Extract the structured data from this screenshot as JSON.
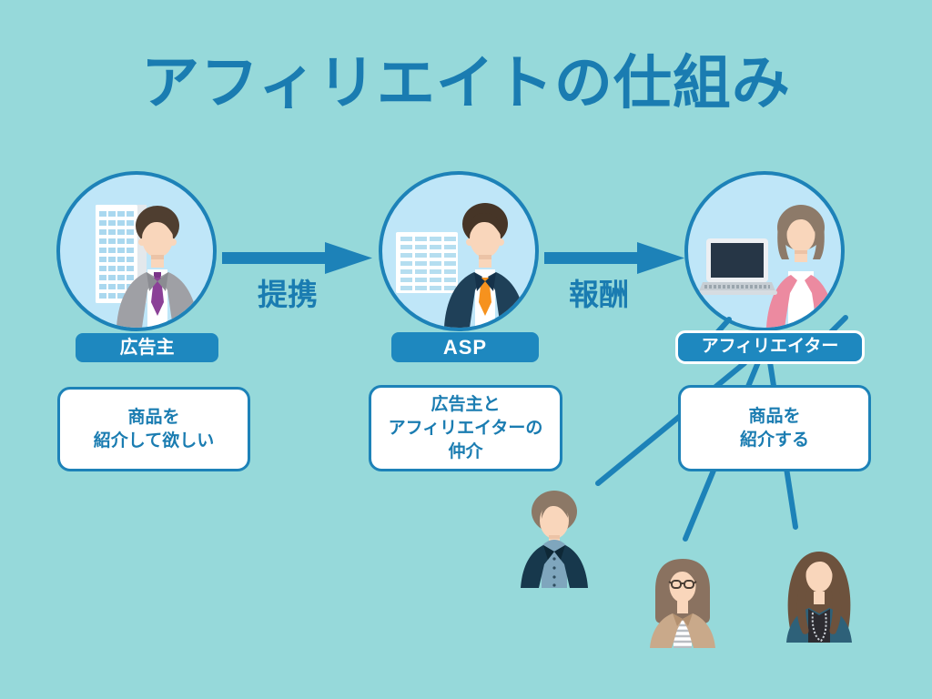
{
  "title": "アフィリエイトの仕組み",
  "colors": {
    "background": "#96d9da",
    "primary_text": "#1a7cb1",
    "shape_stroke": "#1d82b8",
    "circle_fill": "#bfe6f8",
    "pill_fill": "#1e88bf",
    "pill_text": "#ffffff",
    "box_fill": "#ffffff"
  },
  "nodes": [
    {
      "label": "広告主",
      "description_lines": [
        "商品を",
        "紹介して欲しい"
      ],
      "illustration": "businessman-with-office-building"
    },
    {
      "label": "ASP",
      "description_lines": [
        "広告主と",
        "アフィリエイターの",
        "仲介"
      ],
      "illustration": "businessman-with-spreadsheet"
    },
    {
      "label": "アフィリエイター",
      "description_lines": [
        "商品を",
        "紹介する"
      ],
      "illustration": "woman-blogger-with-laptop"
    }
  ],
  "arrows": [
    {
      "from": "広告主",
      "to": "ASP",
      "label": "提携"
    },
    {
      "from": "ASP",
      "to": "アフィリエイター",
      "label": "報酬"
    }
  ],
  "audience": [
    {
      "illustration": "young-man"
    },
    {
      "illustration": "woman-with-glasses"
    },
    {
      "illustration": "woman-with-long-hair"
    }
  ]
}
